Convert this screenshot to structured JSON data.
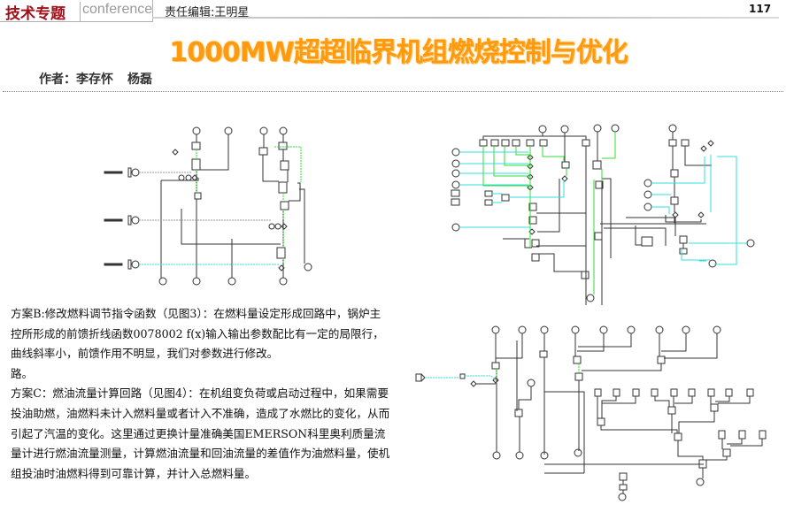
{
  "header": {
    "brand": "技术专题",
    "section": "conference",
    "editor": "责任编辑:王明星",
    "page_number": "117"
  },
  "article": {
    "title": "1000MW超超临界机组燃烧控制与优化",
    "author_label": "作者：",
    "authors": [
      "李存怀",
      "杨磊"
    ]
  },
  "body": {
    "paragraphs": [
      "方案B:修改燃料调节指令函数（见图3）：在燃料量设定形成回路中，锅炉主控所形成的前馈折线函数0078002 f(x)输入输出参数配比有一定的局限行，曲线斜率小，前馈作用不明显，我们对参数进行修改。",
      "路。",
      "方案C：燃油流量计算回路（见图4）：在机组变负荷或启动过程中，如果需要投油助燃，油燃料未计入燃料量或者计入不准确，造成了水燃比的变化，从而引起了汽温的变化。这里通过更换计量准确美国EMERSON科里奥利质量流量计进行燃油流量测量，计算燃油流量和回油流量的差值作为油燃料量，使机组投油时油燃料得到可靠计算，并计入总燃料量。"
    ]
  },
  "figures": [
    {
      "name": "control-logic-diagram-left",
      "colors": {
        "line": "#333333",
        "signal_green": "#33dd33",
        "signal_cyan": "#33dddd"
      }
    },
    {
      "name": "control-logic-diagram-top-right",
      "colors": {
        "line": "#333333",
        "signal_green": "#33dd33",
        "signal_cyan": "#33dddd"
      }
    },
    {
      "name": "control-logic-diagram-bottom-right",
      "colors": {
        "line": "#333333",
        "signal_green": "#33dd33",
        "signal_cyan": "#33dddd"
      }
    }
  ],
  "colors": {
    "brand_red": "#a0101a",
    "title_orange": "#ff9a10"
  }
}
